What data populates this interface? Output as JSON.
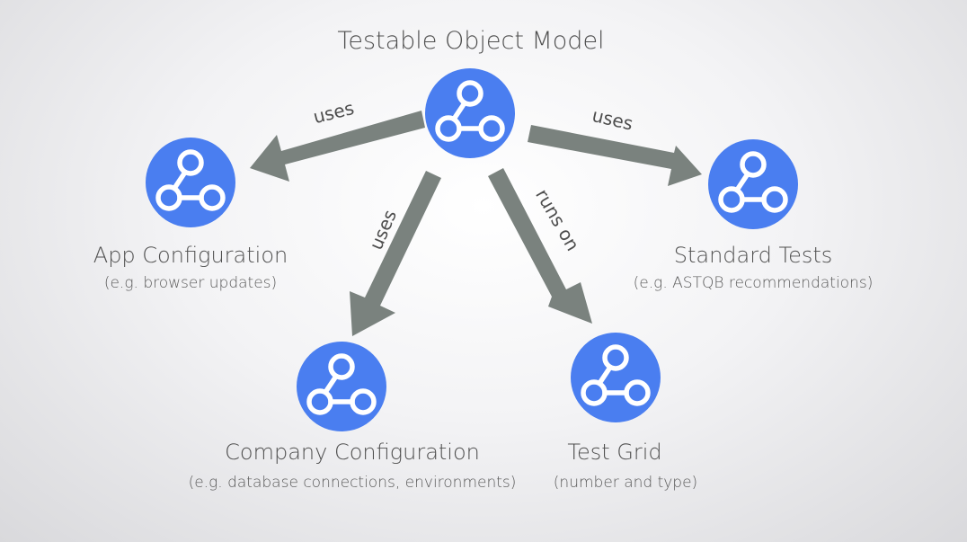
{
  "diagram": {
    "root": {
      "title": "Testable Object Model",
      "icon": "graph-nodes-icon"
    },
    "nodes": {
      "app_config": {
        "title": "App Configuration",
        "subtitle": "(e.g. browser updates)",
        "icon": "graph-nodes-icon"
      },
      "standard_tests": {
        "title": "Standard Tests",
        "subtitle": "(e.g. ASTQB recommendations)",
        "icon": "graph-nodes-icon"
      },
      "company_config": {
        "title": "Company Configuration",
        "subtitle": "(e.g. database connections, environments)",
        "icon": "graph-nodes-icon"
      },
      "test_grid": {
        "title": "Test Grid",
        "subtitle": "(number and type)",
        "icon": "graph-nodes-icon"
      }
    },
    "edges": {
      "to_app_config": "uses",
      "to_standard_tests": "uses",
      "to_company_config": "uses",
      "to_test_grid": "runs on"
    },
    "colors": {
      "node_fill": "#4a7ef0",
      "icon_stroke": "#ffffff",
      "arrow": "#7a827e",
      "text": "#505050"
    }
  }
}
